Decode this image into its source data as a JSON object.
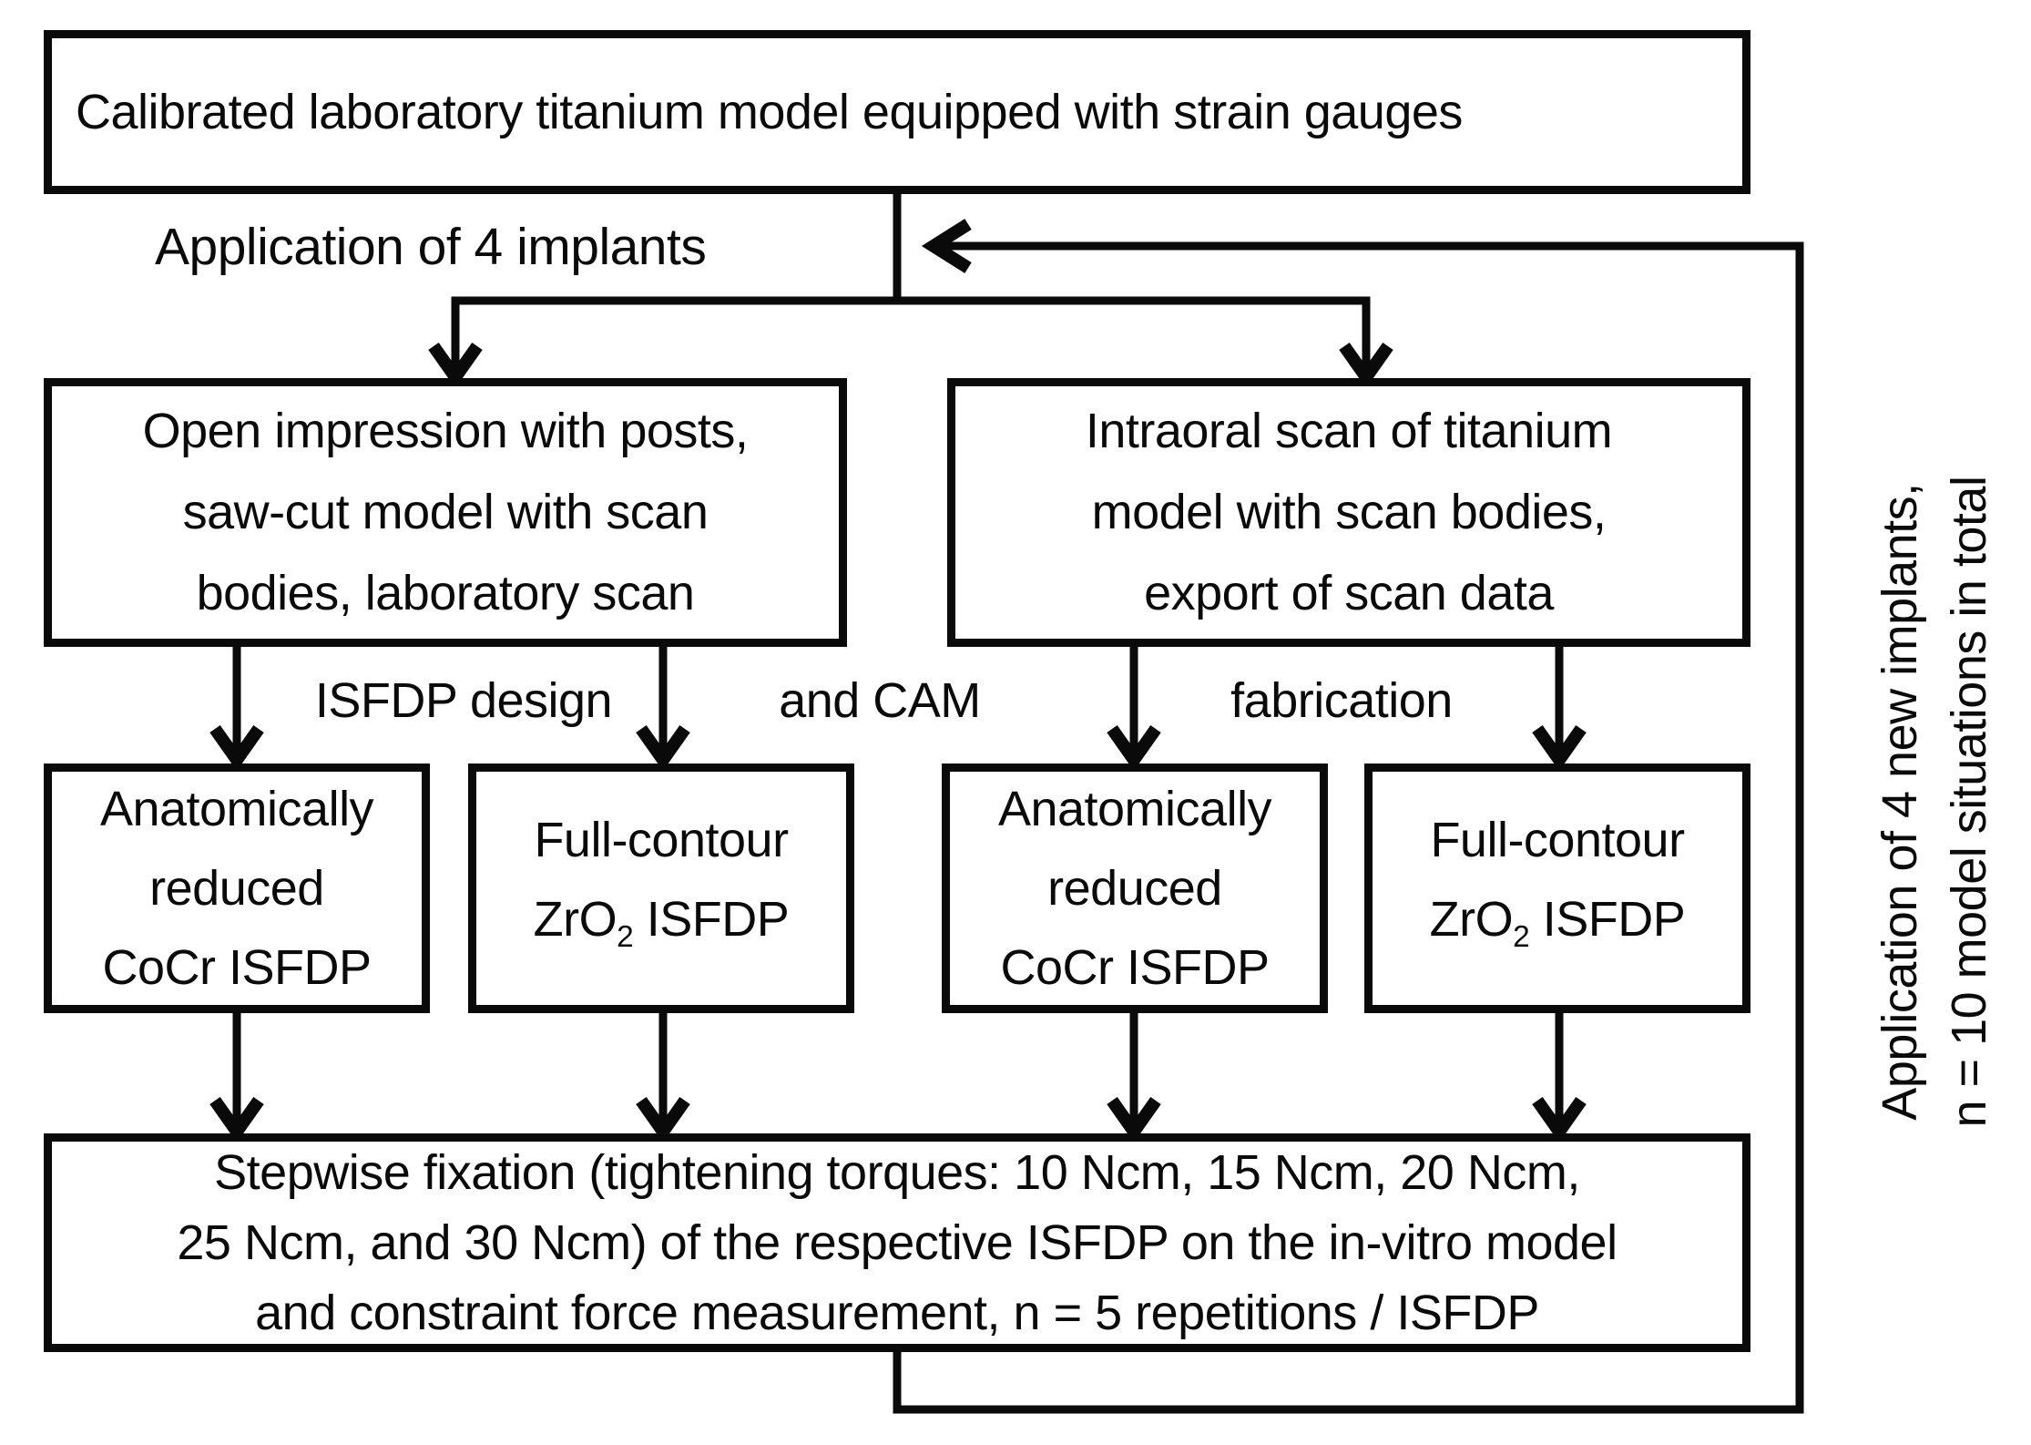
{
  "colors": {
    "ink": "#0a0a0a",
    "background": "#ffffff"
  },
  "boxes": {
    "calibrated_model": {
      "text": "Calibrated laboratory titanium model equipped with strain gauges"
    },
    "open_impression": {
      "lines": [
        "Open impression with posts,",
        "saw-cut model with scan",
        "bodies, laboratory scan"
      ]
    },
    "intraoral_scan": {
      "lines": [
        "Intraoral scan of titanium",
        "model with scan bodies,",
        "export of scan data"
      ]
    },
    "cocr_left": {
      "lines": [
        "Anatomically",
        "reduced",
        "CoCr ISFDP"
      ]
    },
    "zro2_left": {
      "line1": "Full-contour",
      "formula_pre": "ZrO",
      "formula_sub": "2",
      "formula_post": " ISFDP"
    },
    "cocr_right": {
      "lines": [
        "Anatomically",
        "reduced",
        "CoCr ISFDP"
      ]
    },
    "zro2_right": {
      "line1": "Full-contour",
      "formula_pre": "ZrO",
      "formula_sub": "2",
      "formula_post": " ISFDP"
    },
    "stepwise_fixation": {
      "lines": [
        "Stepwise fixation (tightening torques: 10 Ncm, 15 Ncm, 20 Ncm,",
        "25 Ncm, and 30 Ncm) of the respective ISFDP on the in-vitro model",
        "and constraint force measurement, n = 5 repetitions / ISFDP"
      ]
    }
  },
  "labels": {
    "application": "Application of 4 implants",
    "process_left": "ISFDP design",
    "process_mid": "and CAM",
    "process_right": "fabrication",
    "loop_line1": "Application of 4 new implants,",
    "loop_line2": "n = 10 model situations in total"
  }
}
